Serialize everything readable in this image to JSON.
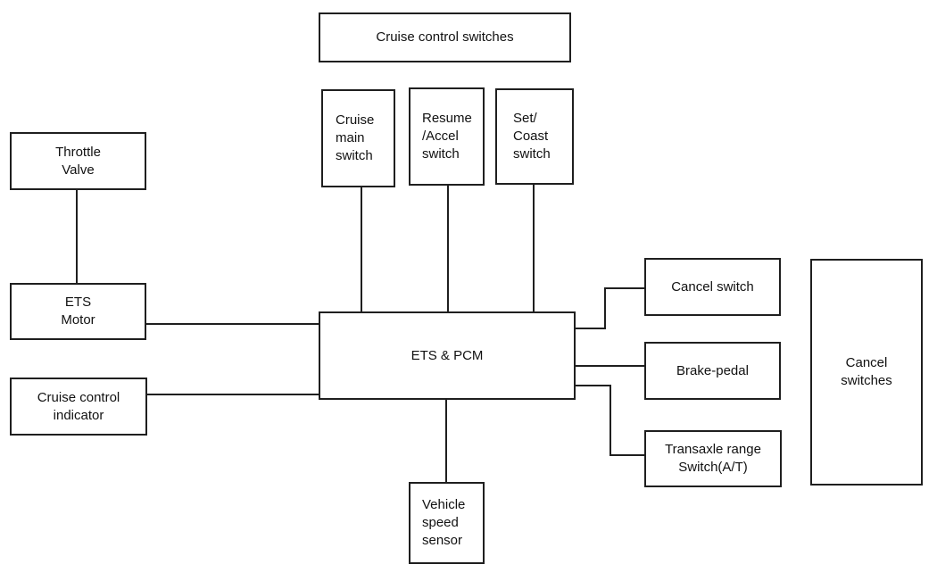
{
  "nodes": {
    "cruise_control_switches": {
      "label": "Cruise control switches"
    },
    "cruise_main_switch": {
      "label": "Cruise\nmain\nswitch"
    },
    "resume_accel_switch": {
      "label": "Resume\n/Accel\nswitch"
    },
    "set_coast_switch": {
      "label": "Set/\nCoast\nswitch"
    },
    "throttle_valve": {
      "label": "Throttle\nValve"
    },
    "ets_motor": {
      "label": "ETS\nMotor"
    },
    "cruise_control_indicator": {
      "label": "Cruise control\nindicator"
    },
    "ets_pcm": {
      "label": "ETS & PCM"
    },
    "cancel_switch": {
      "label": "Cancel switch"
    },
    "brake_pedal": {
      "label": "Brake-pedal"
    },
    "transaxle_range_switch": {
      "label": "Transaxle range\nSwitch(A/T)"
    },
    "cancel_switches": {
      "label": "Cancel\nswitches"
    },
    "vehicle_speed_sensor": {
      "label": "Vehicle\nspeed\nsensor"
    }
  },
  "connections": [
    {
      "from": "throttle_valve",
      "to": "ets_motor"
    },
    {
      "from": "cruise_main_switch",
      "to": "ets_pcm"
    },
    {
      "from": "resume_accel_switch",
      "to": "ets_pcm"
    },
    {
      "from": "set_coast_switch",
      "to": "ets_pcm"
    },
    {
      "from": "ets_motor",
      "to": "ets_pcm"
    },
    {
      "from": "cruise_control_indicator",
      "to": "ets_pcm"
    },
    {
      "from": "ets_pcm",
      "to": "cancel_switch"
    },
    {
      "from": "ets_pcm",
      "to": "brake_pedal"
    },
    {
      "from": "ets_pcm",
      "to": "transaxle_range_switch"
    },
    {
      "from": "ets_pcm",
      "to": "vehicle_speed_sensor"
    }
  ],
  "colors": {
    "background": "#ffffff",
    "line": "#1f1f1f",
    "text": "#111111"
  }
}
